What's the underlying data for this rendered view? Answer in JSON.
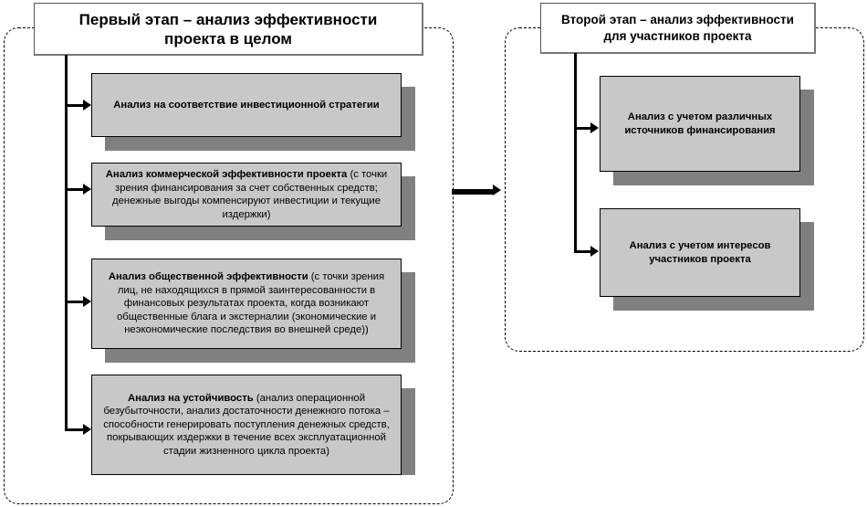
{
  "stage1": {
    "title": "Первый этап – анализ эффективности проекта в целом",
    "items": [
      {
        "bold": "Анализ на соответствие инвестиционной стратегии",
        "text": ""
      },
      {
        "bold": "Анализ коммерческой эффективности проекта",
        "text": " (с точки зрения финансирования за счет собственных средств; денежные выгоды компенсируют инвестиции и текущие издержки)"
      },
      {
        "bold": "Анализ общественной эффективности",
        "text": " (с точки зрения лиц, не находящихся в прямой заинтересованности в финансовых результатах проекта, когда возникают общественные блага и экстерналии (экономические и неэкономические последствия во внешней среде))"
      },
      {
        "bold": "Анализ на устойчивость",
        "text": " (анализ операционной безубыточности, анализ достаточности денежного потока – способности генерировать поступления денежных средств, покрывающих издержки в течение всех эксплуатационной стадии жизненного цикла проекта)"
      }
    ]
  },
  "stage2": {
    "title": "Второй этап – анализ эффективности для участников проекта",
    "items": [
      {
        "bold": "Анализ с учетом различных источников финансирования"
      },
      {
        "bold": "Анализ с учетом интересов участников проекта"
      }
    ]
  }
}
